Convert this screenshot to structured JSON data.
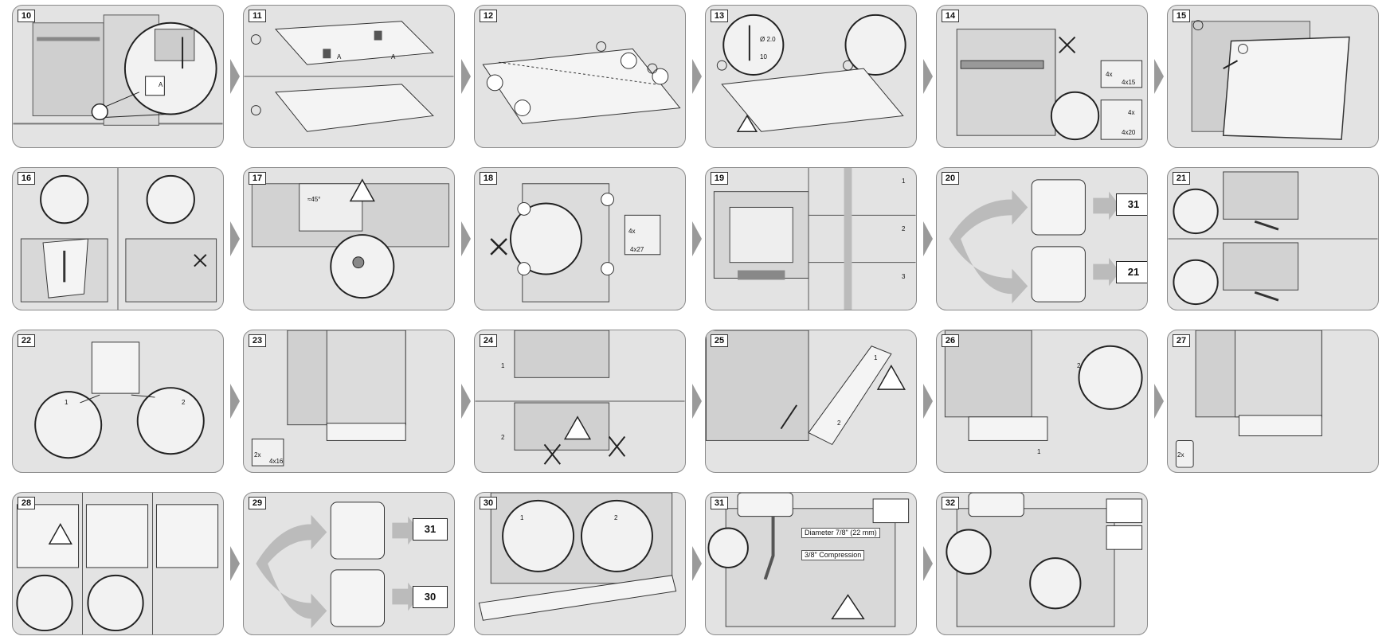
{
  "steps": [
    {
      "num": "10"
    },
    {
      "num": "11"
    },
    {
      "num": "12"
    },
    {
      "num": "13"
    },
    {
      "num": "14"
    },
    {
      "num": "15"
    },
    {
      "num": "16"
    },
    {
      "num": "17"
    },
    {
      "num": "18"
    },
    {
      "num": "19"
    },
    {
      "num": "20"
    },
    {
      "num": "21"
    },
    {
      "num": "22"
    },
    {
      "num": "23"
    },
    {
      "num": "24"
    },
    {
      "num": "25"
    },
    {
      "num": "26"
    },
    {
      "num": "27"
    },
    {
      "num": "28"
    },
    {
      "num": "29"
    },
    {
      "num": "30"
    },
    {
      "num": "31"
    },
    {
      "num": "32"
    }
  ],
  "labels": {
    "p10_a": "A",
    "p11_a1": "A",
    "p11_a2": "A",
    "p13_dia": "Ø 2.0",
    "p13_depth": "10",
    "p14_qty1": "4x",
    "p14_size1": "4x15",
    "p14_qty2": "4x",
    "p14_size2": "4x20",
    "p17_angle": "≈45°",
    "p18_qty": "4x",
    "p18_size": "4x27",
    "p20_next1": "31",
    "p20_next2": "21",
    "p23_qty": "2x",
    "p23_size": "4x16",
    "p27_qty": "2x",
    "p29_next1": "31",
    "p29_next2": "30",
    "p31_diameter": "Diameter 7/8\" (22 mm)",
    "p31_compression": "3/8\" Compression"
  },
  "circled": [
    "1",
    "2",
    "3"
  ]
}
